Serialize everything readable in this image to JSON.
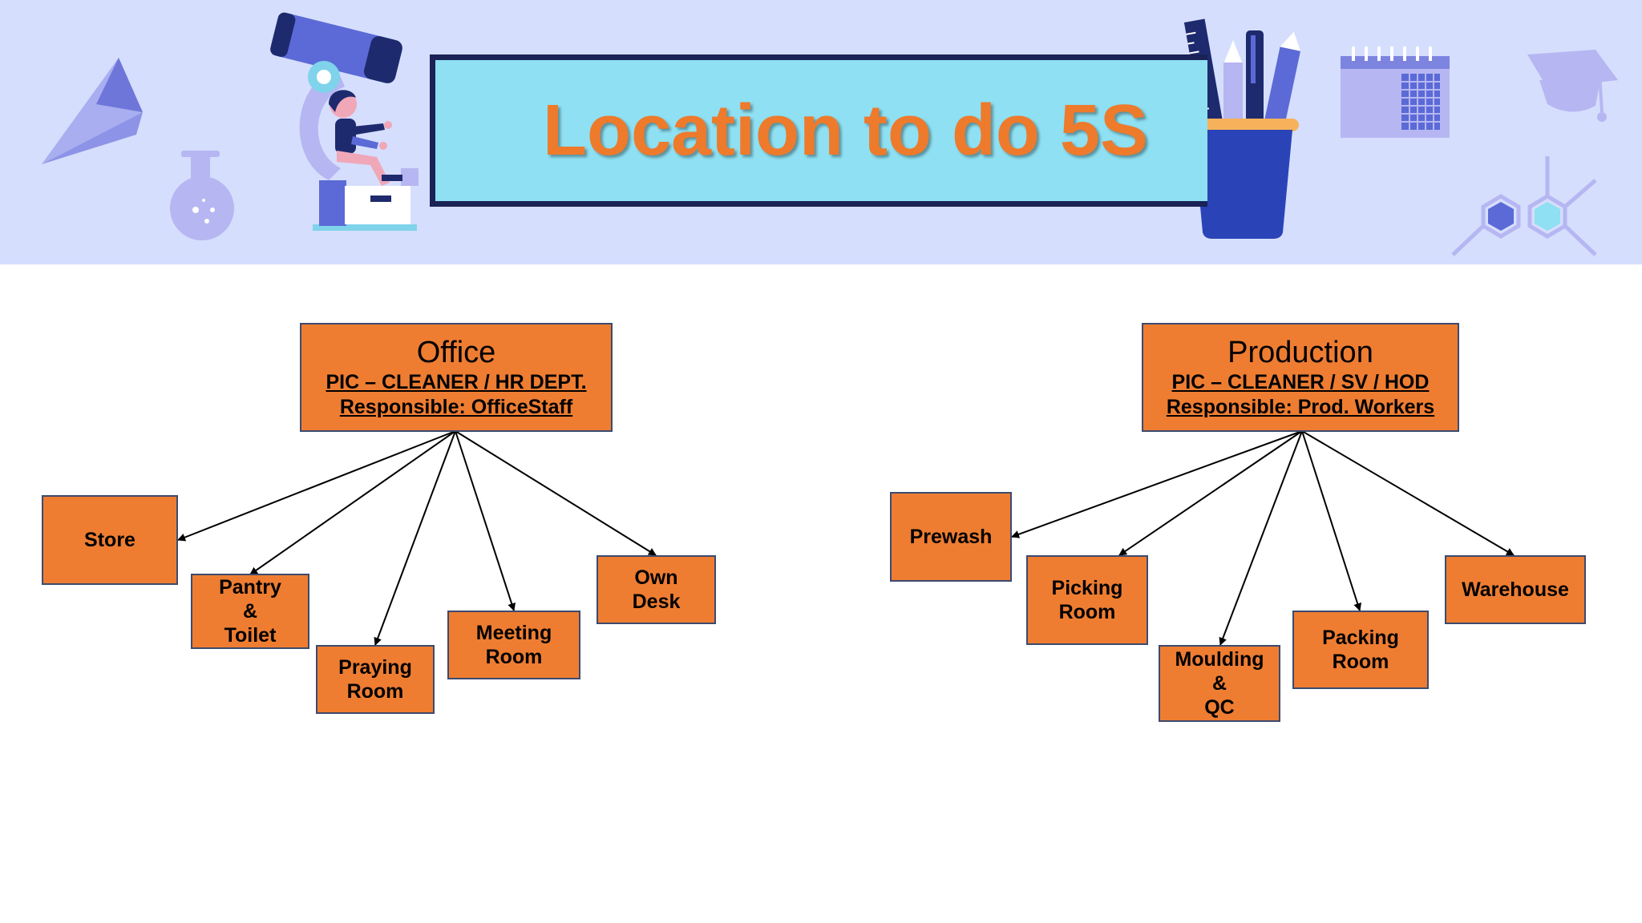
{
  "slide": {
    "title": "Location to do 5S"
  },
  "colors": {
    "banner_bg": "#d5defc",
    "title_box_bg": "#8ee0f2",
    "title_text": "#ee7a2c",
    "node_fill": "#ee7d32",
    "node_border": "#3c4a6e"
  },
  "decorations": [
    "paper-plane-icon",
    "flask-icon",
    "microscope-icon",
    "girl-figure-icon",
    "pen-cup-icon",
    "calendar-icon",
    "graduation-cap-icon",
    "molecule-icon"
  ],
  "office": {
    "title": "Office",
    "pic": "PIC – CLEANER / HR DEPT.",
    "responsible": "Responsible: OfficeStaff",
    "children": [
      "Store",
      "Pantry\n&\nToilet",
      "Praying\nRoom",
      "Meeting\nRoom",
      "Own\nDesk"
    ]
  },
  "production": {
    "title": "Production",
    "pic": "PIC – CLEANER / SV / HOD",
    "responsible": "Responsible: Prod. Workers",
    "children": [
      "Prewash",
      "Picking\nRoom",
      "Moulding\n&\nQC",
      "Packing\nRoom",
      "Warehouse"
    ]
  }
}
